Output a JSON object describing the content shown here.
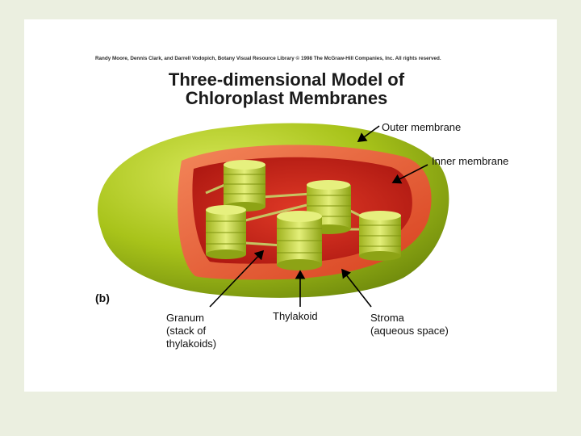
{
  "credit": "Randy Moore, Dennis Clark, and Darrell Vodopich, Botany Visual Resource Library © 1998 The McGraw-Hill Companies, Inc. All rights reserved.",
  "title_line1": "Three-dimensional Model of",
  "title_line2": "Chloroplast Membranes",
  "panel_label": "(b)",
  "labels": {
    "outer_membrane": "Outer membrane",
    "inner_membrane": "Inner membrane",
    "granum": "Granum\n(stack of\nthylakoids)",
    "thylakoid": "Thylakoid",
    "stroma": "Stroma\n(aqueous space)"
  },
  "colors": {
    "outer_membrane": "#a8c31a",
    "inner_membrane": "#e85a2c",
    "stroma": "#d8221b",
    "thylakoid": "#c9d84a",
    "background": "#ebefe0"
  }
}
